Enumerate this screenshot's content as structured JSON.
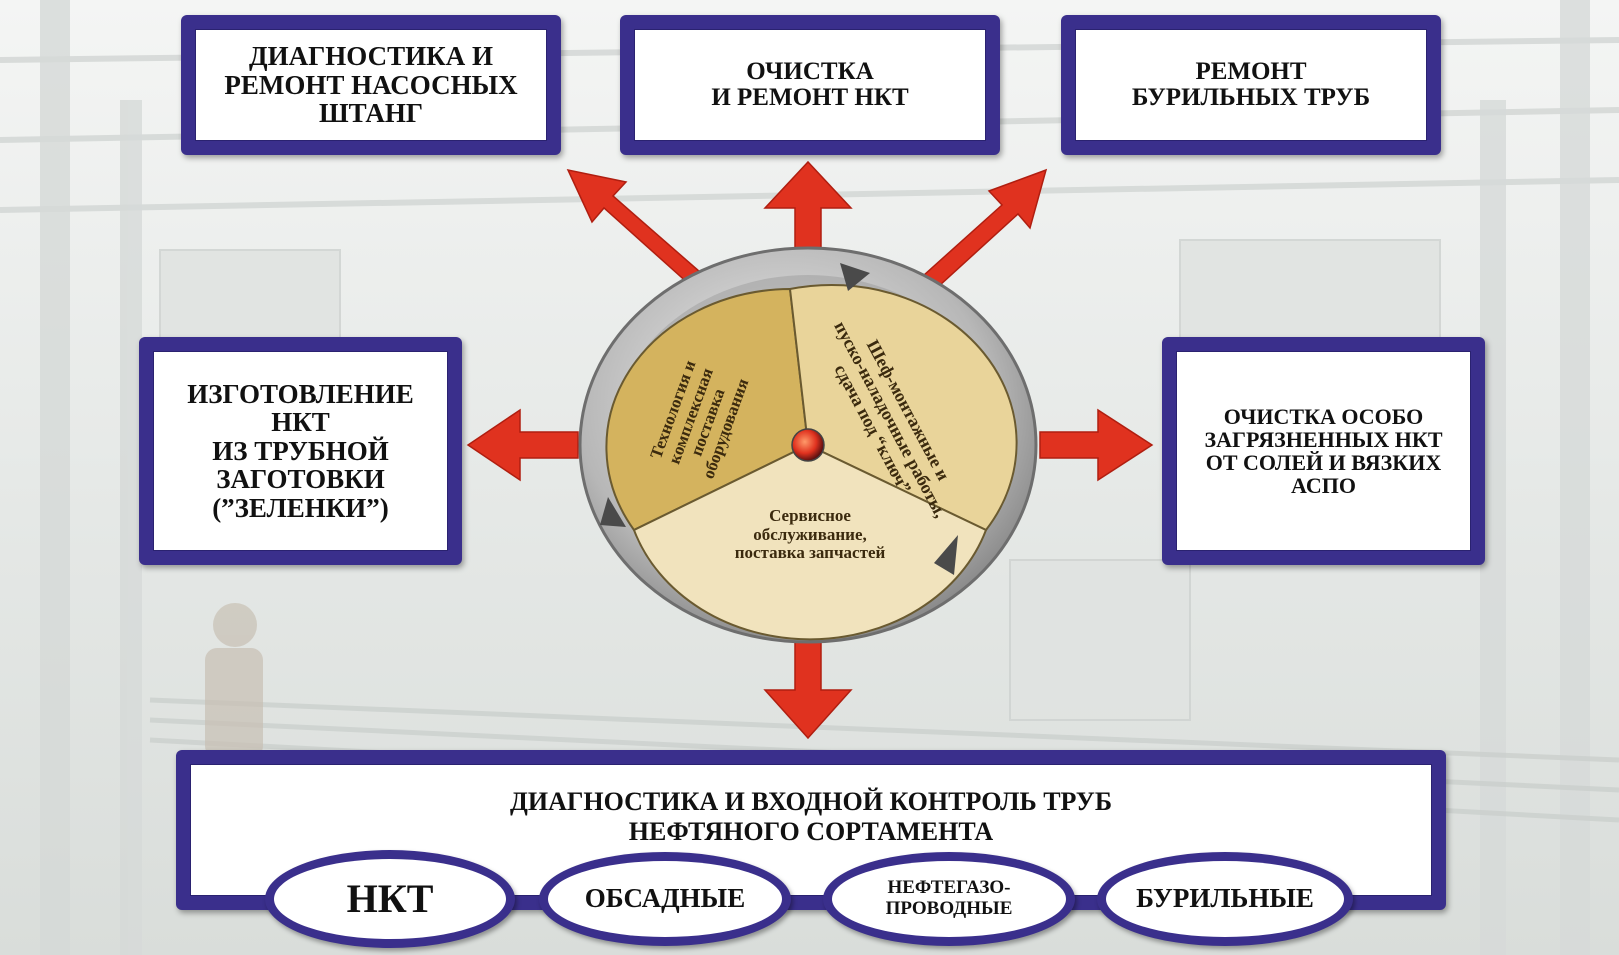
{
  "boxes": {
    "top_left": "ДИАГНОСТИКА И\nРЕМОНТ НАСОСНЫХ\nШТАНГ",
    "top_center": "ОЧИСТКА\nИ РЕМОНТ НКТ",
    "top_right": "РЕМОНТ\nБУРИЛЬНЫХ ТРУБ",
    "mid_left": "ИЗГОТОВЛЕНИЕ\nНКТ\nИЗ ТРУБНОЙ\nЗАГОТОВКИ\n(”ЗЕЛЕНКИ”)",
    "mid_right": "ОЧИСТКА ОСОБО\nЗАГРЯЗНЕННЫХ НКТ\nОТ СОЛЕЙ И ВЯЗКИХ\nАСПО"
  },
  "wheel": {
    "segment_left": "Технология и\nкомплексная\nпоставка\nоборудования",
    "segment_right": "Шеф-монтажные и\nпуско-наладочные работы,\nсдача под “ключ”",
    "segment_bottom": "Сервисное\nобслуживание,\nпоставка запчастей"
  },
  "bottom": {
    "title": "ДИАГНОСТИКА И ВХОДНОЙ КОНТРОЛЬ ТРУБ\nНЕФТЯНОГО СОРТАМЕНТА",
    "pills": [
      "НКТ",
      "ОБСАДНЫЕ",
      "НЕФТЕГАЗО-\nПРОВОДНЫЕ",
      "БУРИЛЬНЫЕ"
    ]
  },
  "colors": {
    "frame": "#3a2f8c",
    "arrow": "#e0321f",
    "wheel_segment_light": "#e9d49a",
    "wheel_segment_dark": "#d4b35e",
    "wheel_rim": "#9a9a9a"
  }
}
